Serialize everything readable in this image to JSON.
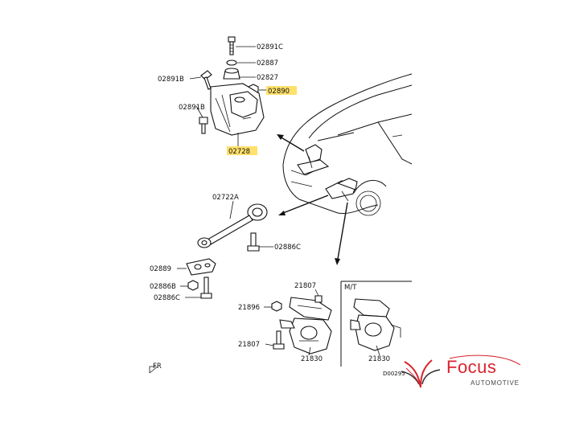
{
  "labels": {
    "p02891c": "02891C",
    "p02887": "02887",
    "p02827": "02827",
    "p02891b_top": "02891B",
    "p02890": "02890",
    "p02891b_mid": "02891B",
    "p02728": "02728",
    "p02722a": "02722A",
    "p02886c_right": "02886C",
    "p02889": "02889",
    "p02886b": "02886B",
    "p02886c_left": "02886C",
    "p21807_top": "21807",
    "p21896": "21896",
    "p21807_bottom": "21807",
    "p21830_left": "21830",
    "p21830_right": "21830",
    "mt": "M/T",
    "fr": "FR",
    "code": "D00295"
  },
  "logo": {
    "brand": "Focus",
    "tagline": "AUTOMOTIVE",
    "accent": "#d9232e"
  },
  "colors": {
    "highlight": "#ffe16b",
    "ink": "#111111"
  }
}
